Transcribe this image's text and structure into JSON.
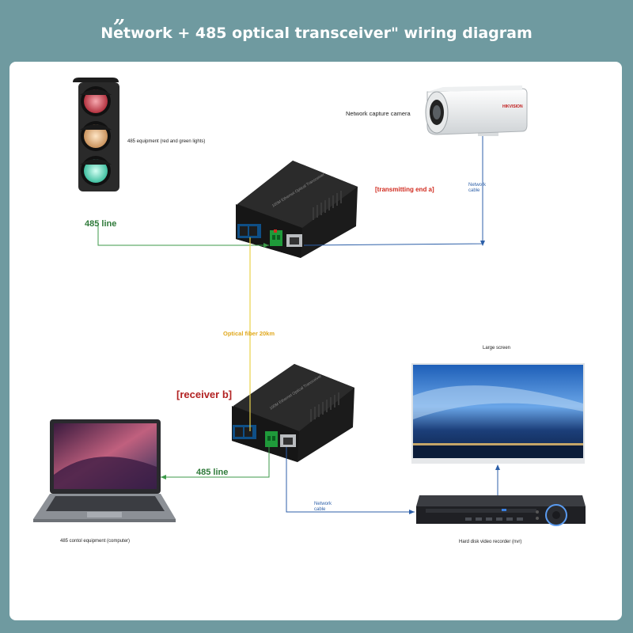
{
  "header": {
    "quote": "”",
    "title": "Network + 485 optical transceiver\" wiring diagram"
  },
  "labels": {
    "traffic_light": "485 equipment (red and green lights)",
    "camera": "Network capture camera",
    "camera_brand": "HIKVISION",
    "transmitting": "[transmitting end a]",
    "network_cable_top": [
      "Network",
      "cable"
    ],
    "line_485_top": "485 line",
    "fiber": "Optical fiber 20km",
    "large_screen": "Large screen",
    "receiver": "[receiver b]",
    "line_485_bottom": "485 line",
    "network_cable_bottom": [
      "Network",
      "cable"
    ],
    "computer": "485 contol equipment (computer)",
    "nvr": "Hard disk video recorder (nvr)"
  },
  "colors": {
    "background": "#6f9aa0",
    "panel": "#ffffff",
    "line_485": "#3d9a4a",
    "network_cable": "#2c5fa8",
    "fiber": "#e8d24a",
    "accent_red": "#d12b1f"
  },
  "icons": [
    "traffic-light-icon",
    "ip-camera-icon",
    "optical-transceiver-icon",
    "laptop-icon",
    "monitor-icon",
    "nvr-recorder-icon"
  ]
}
